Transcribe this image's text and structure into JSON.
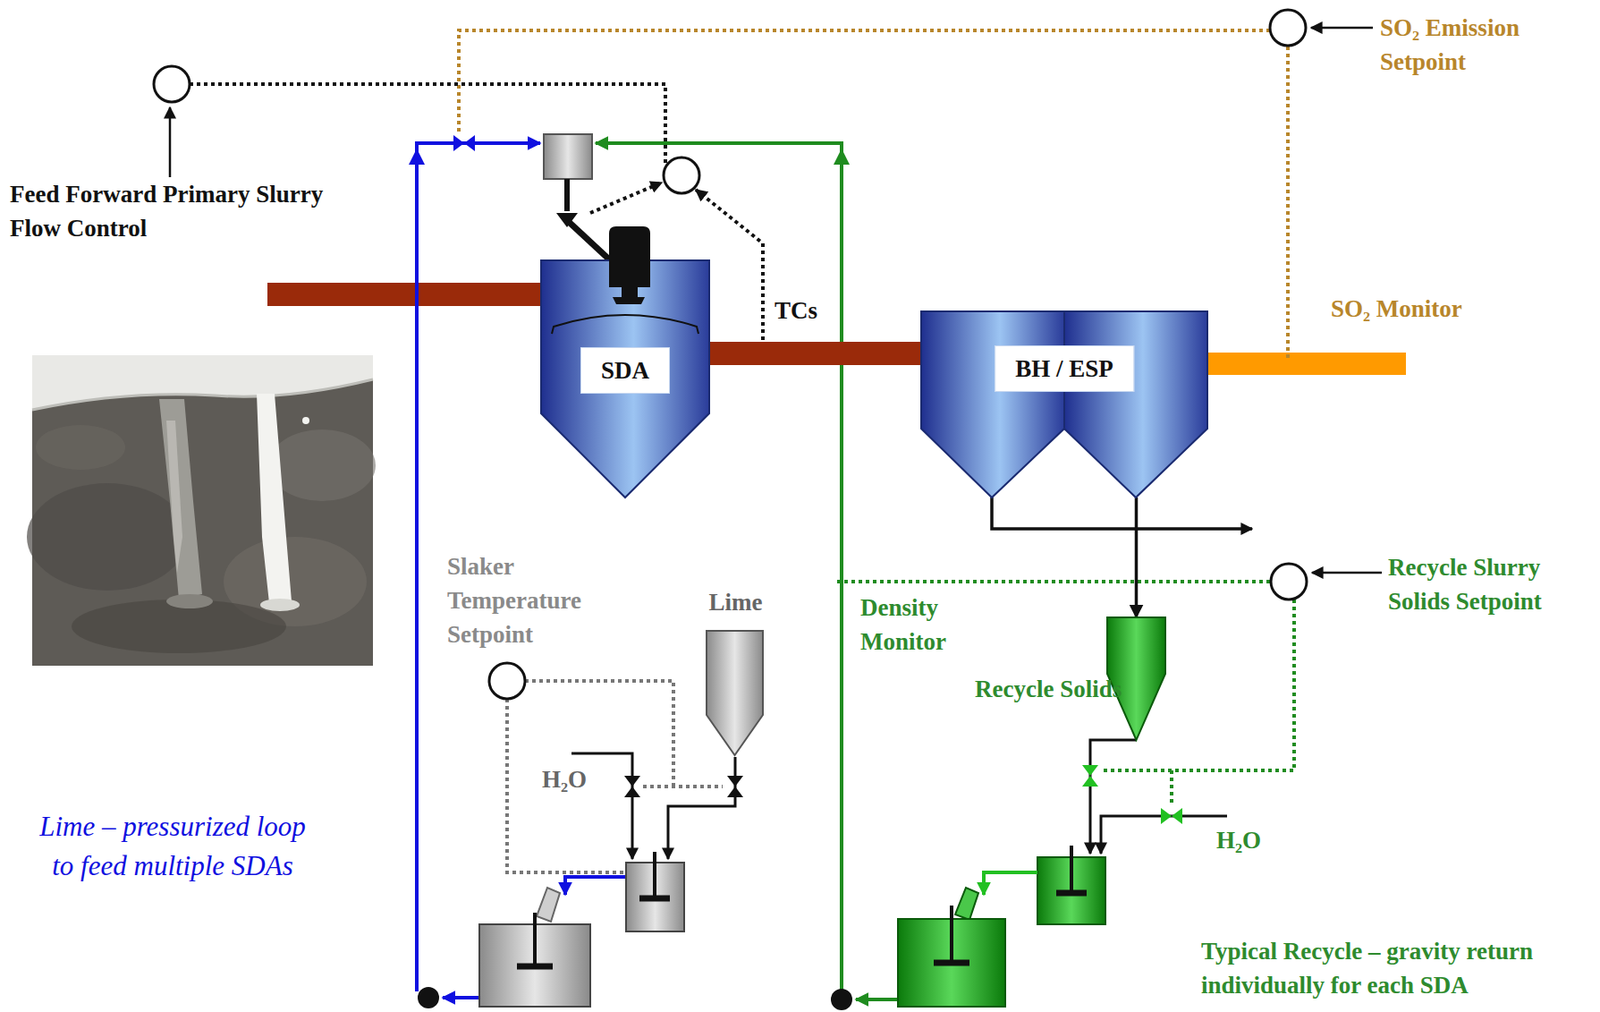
{
  "diagram": {
    "nodes": [
      {
        "text": [
          "SDA"
        ]
      },
      {
        "text": [
          "BH / ESP"
        ]
      },
      {
        "text": [
          "Lime"
        ]
      },
      {
        "text": [
          "Recycle Solids"
        ]
      }
    ],
    "edges": [
      {
        "from": 0,
        "to": 1,
        "arrow": "none"
      },
      {
        "from": 1,
        "to": 3,
        "arrow": "to"
      }
    ],
    "labels": [
      "SO₂ Emission Setpoint",
      "Feed Forward Primary Slurry Flow Control",
      "TCs",
      "SO₂ Monitor",
      "Slaker Temperature Setpoint",
      "H₂O",
      "Density Monitor",
      "Recycle Slurry Solids Setpoint",
      "H₂O",
      "Lime – pressurized loop to feed multiple SDAs",
      "Typical Recycle – gravity return individually for each SDA"
    ]
  }
}
